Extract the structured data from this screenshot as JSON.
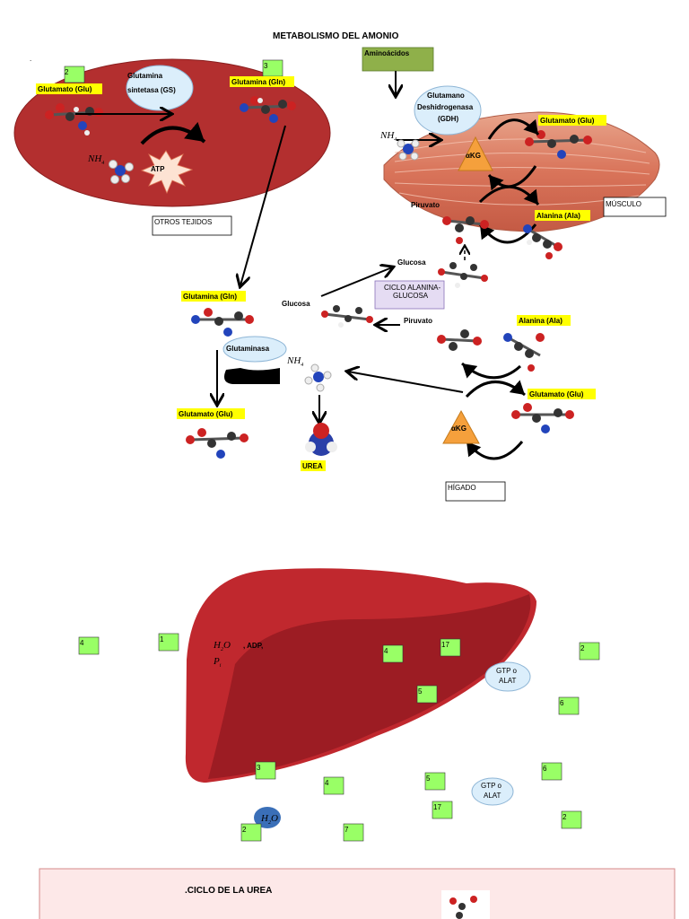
{
  "title": "METABOLISMO  DEL AMONIO",
  "top_dot": ".",
  "otros": {
    "glutamina_sintetasa_l1": "Glutamina",
    "glutamina_sintetasa_l2": "sintetasa (GS)",
    "glutamato": "Glutamato (Glu)",
    "glutamina": "Glutamina (Gln)",
    "nh4": "NH",
    "nh4_sub": "4",
    "atp": "ATP",
    "box2": "2",
    "box3": "3",
    "label": "OTROS TEJIDOS"
  },
  "musculo": {
    "aminoacidos": "Aminoácidos",
    "gdh_l1": "Glutamano",
    "gdh_l2": "Deshidrogenasa",
    "gdh_l3": "(GDH)",
    "nh4": "NH",
    "nh4_sub": "4",
    "akg": "αKG",
    "glutamato": "Glutamato (Glu)",
    "piruvato": "Piruvato",
    "alanina": "Alanina (Ala)",
    "label": "MÚSCULO"
  },
  "higado": {
    "glucosa_top": "Glucosa",
    "ciclo_l1": "CICLO ALANINA-",
    "ciclo_l2": "GLUCOSA",
    "glucosa": "Glucosa",
    "piruvato": "Piruvato",
    "alanina": "Alanina (Ala)",
    "glutamina": "Glutamina (Gln)",
    "glutaminasa": "Glutaminasa",
    "nh4": "NH",
    "nh4_sub": "4",
    "glutamato_left": "Glutamato (Glu)",
    "glutamato_right": "Glutamato (Glu)",
    "akg": "αKG",
    "urea": "UREA",
    "label": "HÍGADO"
  },
  "liver": {
    "h2o": "H",
    "h2o_sub": "2",
    "h2o_o": "O",
    "adp": ", ADP,",
    "pi": "P",
    "pi_sub": "i",
    "gtp1_l1": "GTP o",
    "gtp1_l2": "ALAT",
    "gtp2_l1": "GTP o",
    "gtp2_l2": "ALAT",
    "h2o_bottom": "H",
    "h2o_bottom_sub": "2",
    "h2o_bottom_o": "O",
    "boxes": [
      "4",
      "1",
      "4",
      "17",
      "2",
      "5",
      "6",
      "3",
      "4",
      "5",
      "6",
      "17",
      "2",
      "2",
      "7"
    ]
  },
  "urea_cycle": {
    "title": ".CICLO DE LA UREA"
  },
  "colors": {
    "ellipse": "#b32f2f",
    "liver": "#c0282e",
    "liver_dark": "#9c1c23",
    "highlight": "#ffff00",
    "green_box": "#99ff66",
    "oval": "#dbeefb",
    "akg": "#f5a03c",
    "purple": "#e5dcf3",
    "olive": "#8fb04a"
  }
}
